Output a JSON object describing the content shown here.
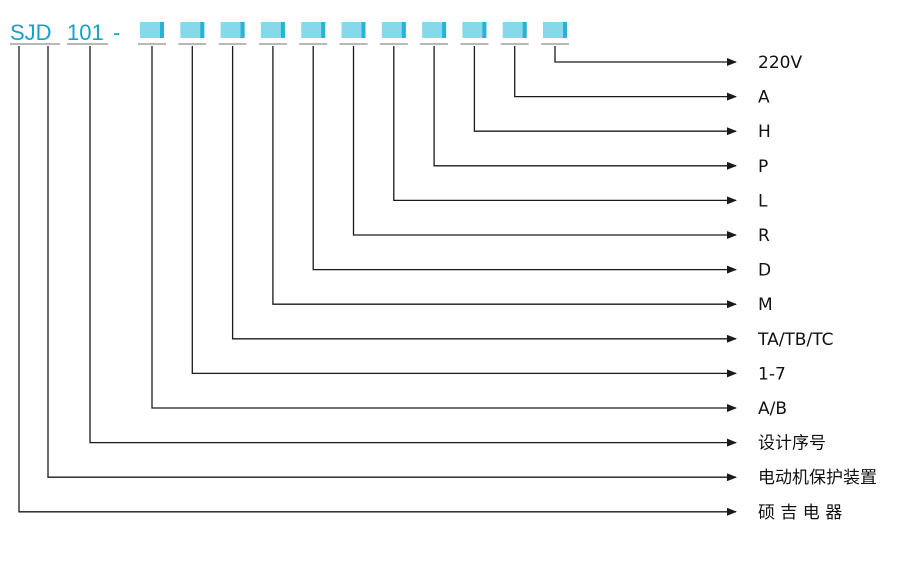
{
  "code": {
    "prefix": "SJD",
    "number": "101",
    "dash": "-",
    "color": "#1aa0c8",
    "box_fill": "#86d8ea",
    "box_shadow": "#29b1d6",
    "slot_count": 11
  },
  "labels": [
    "220V",
    "A",
    "H",
    "P",
    "L",
    "R",
    "D",
    "M",
    "TA/TB/TC",
    "1-7",
    "A/B",
    "设计序号",
    "电动机保护装置",
    "硕 吉 电 器"
  ]
}
